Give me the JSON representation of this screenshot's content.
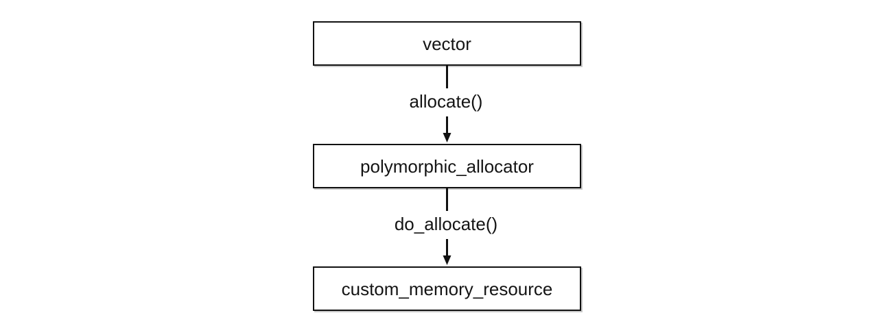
{
  "diagram": {
    "type": "flowchart",
    "title": "",
    "orientation": "vertical-top-down",
    "background_color": "#ffffff",
    "node_border_color": "#111111",
    "node_fill_color": "#ffffff",
    "text_color": "#141414",
    "nodes": [
      {
        "id": "vector",
        "label": "vector"
      },
      {
        "id": "polymorphic_allocator",
        "label": "polymorphic_allocator"
      },
      {
        "id": "custom_memory_resource",
        "label": "custom_memory_resource"
      }
    ],
    "edges": [
      {
        "id": "edge1",
        "from": "vector",
        "to": "polymorphic_allocator",
        "label": "allocate()",
        "arrow": "arrow-down-icon"
      },
      {
        "id": "edge2",
        "from": "polymorphic_allocator",
        "to": "custom_memory_resource",
        "label": "do_allocate()",
        "arrow": "arrow-down-icon"
      }
    ]
  }
}
